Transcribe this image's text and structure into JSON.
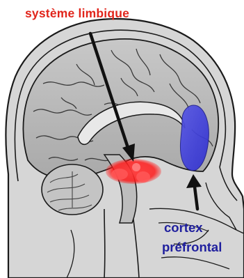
{
  "labels": {
    "limbic": "système limbique",
    "prefrontal_line1": "cortex",
    "prefrontal_line2": "préfrontal"
  },
  "colors": {
    "limbic_label": "#e1251b",
    "prefrontal_label": "#1f1f9e",
    "limbic_highlight": "#ff1a1a",
    "prefrontal_highlight": "#3a3ad6",
    "arrow": "#111111",
    "brain_fill": "#b9b9b9",
    "outline": "#1a1a1a"
  },
  "icons": [
    "arrow-icon"
  ]
}
